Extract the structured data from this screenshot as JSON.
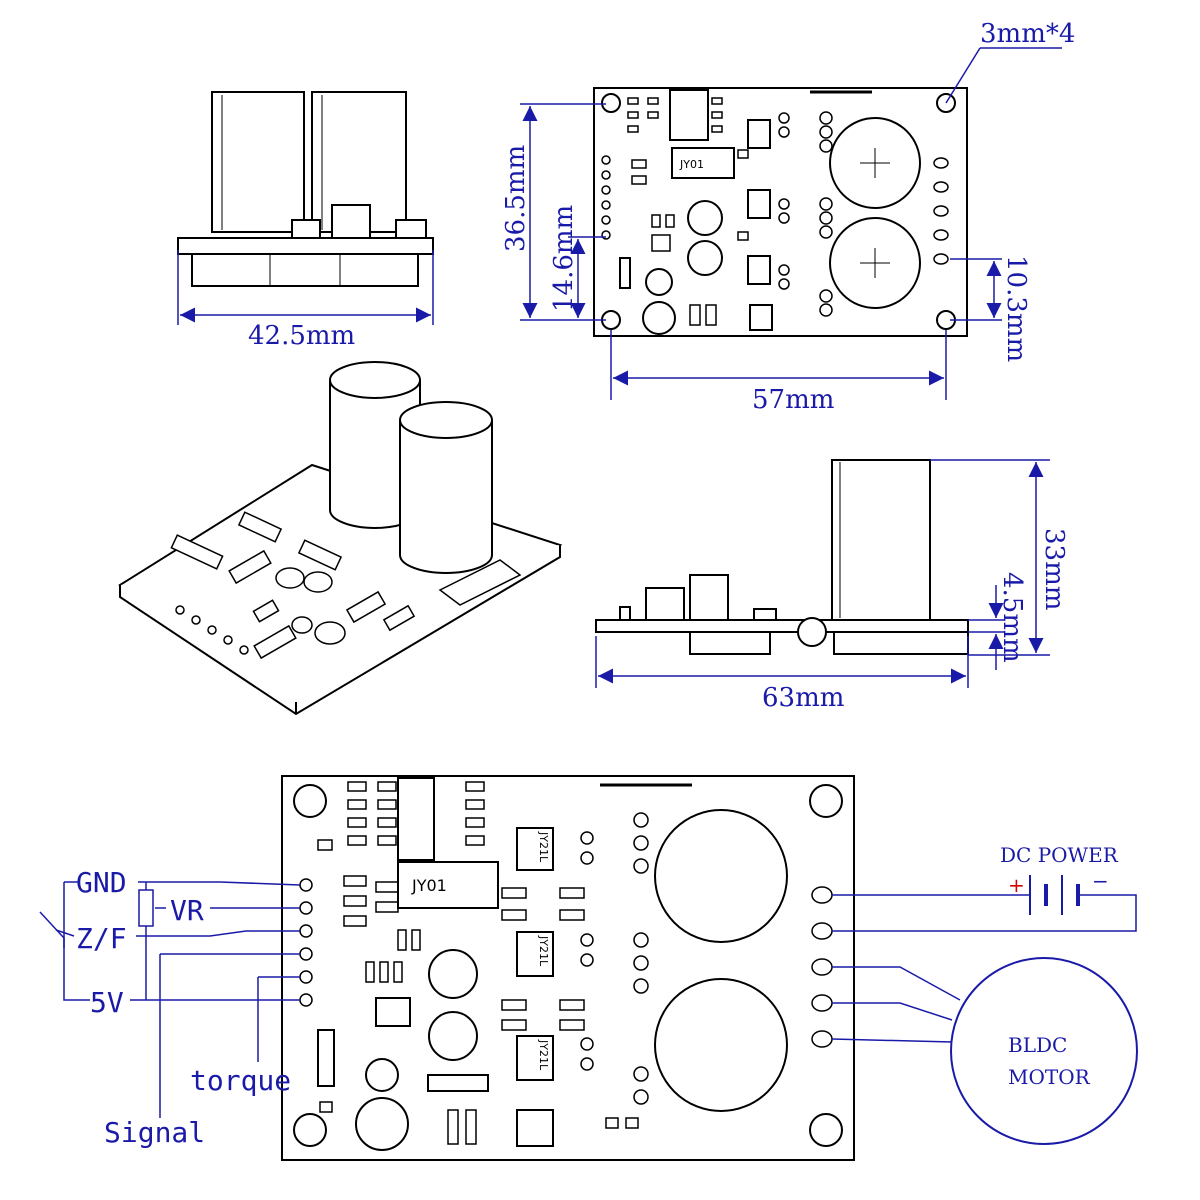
{
  "colors": {
    "dimension": "#1a1aa8",
    "drawing": "#000000",
    "background": "#ffffff"
  },
  "dimensions": {
    "width_front": "42.5mm",
    "height_top": "36.5mm",
    "height_small": "14.6mm",
    "mount_holes": "3mm*4",
    "right_offset": "10.3mm",
    "length_top": "57mm",
    "side_height": "33mm",
    "side_board_thickness": "4.5mm",
    "side_length": "63mm"
  },
  "board": {
    "chip_main": "JY01",
    "chip_driver": "JY21L"
  },
  "wiring": {
    "gnd": "GND",
    "vr": "VR",
    "zf": "Z/F",
    "v5": "5V",
    "torque": "torque",
    "signal": "Signal",
    "power_label": "DC POWER",
    "plus": "+",
    "minus": "−",
    "motor_line1": "BLDC",
    "motor_line2": "MOTOR"
  }
}
